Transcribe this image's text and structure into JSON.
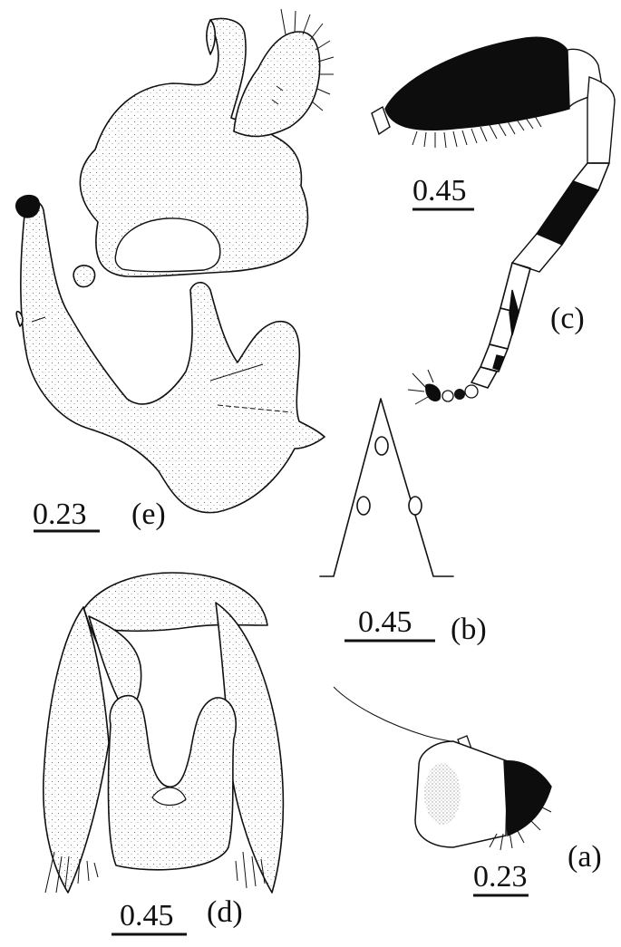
{
  "figure": {
    "panels": [
      {
        "id": "e",
        "label": "(e)",
        "scale": "0.23"
      },
      {
        "id": "c",
        "label": "(c)",
        "scale": "0.45"
      },
      {
        "id": "b",
        "label": "(b)",
        "scale": "0.45"
      },
      {
        "id": "d",
        "label": "(d)",
        "scale": "0.45"
      },
      {
        "id": "a",
        "label": "(a)",
        "scale": "0.23"
      }
    ]
  },
  "colors": {
    "ink": "#111111",
    "background": "#ffffff"
  }
}
